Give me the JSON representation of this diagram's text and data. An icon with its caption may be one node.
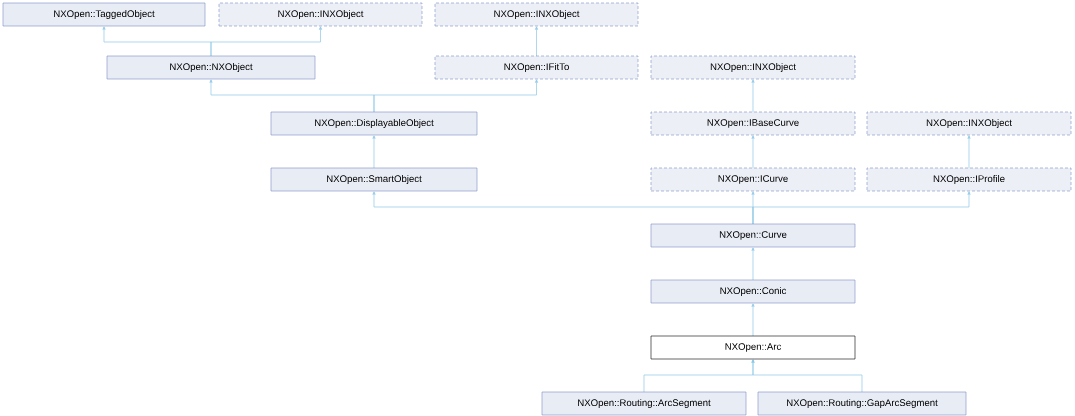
{
  "diagram": {
    "nodes": [
      {
        "text": [
          "NXOpen::TaggedObject"
        ]
      },
      {
        "text": [
          "NXOpen::INXObject"
        ]
      },
      {
        "text": [
          "NXOpen::INXObject"
        ]
      },
      {
        "text": [
          "NXOpen::NXObject"
        ]
      },
      {
        "text": [
          "NXOpen::IFitTo"
        ]
      },
      {
        "text": [
          "NXOpen::INXObject"
        ]
      },
      {
        "text": [
          "NXOpen::DisplayableObject"
        ]
      },
      {
        "text": [
          "NXOpen::IBaseCurve"
        ]
      },
      {
        "text": [
          "NXOpen::INXObject"
        ]
      },
      {
        "text": [
          "NXOpen::SmartObject"
        ]
      },
      {
        "text": [
          "NXOpen::ICurve"
        ]
      },
      {
        "text": [
          "NXOpen::IProfile"
        ]
      },
      {
        "text": [
          "NXOpen::Curve"
        ]
      },
      {
        "text": [
          "NXOpen::Conic"
        ]
      },
      {
        "text": [
          "NXOpen::Arc"
        ]
      },
      {
        "text": [
          "NXOpen::Routing::ArcSegment"
        ]
      },
      {
        "text": [
          "NXOpen::Routing::GapArcSegment"
        ]
      }
    ],
    "edges": [
      {
        "from": 3,
        "to": 0,
        "arrow": "to"
      },
      {
        "from": 3,
        "to": 1,
        "arrow": "to"
      },
      {
        "from": 4,
        "to": 2,
        "arrow": "to"
      },
      {
        "from": 6,
        "to": 3,
        "arrow": "to"
      },
      {
        "from": 6,
        "to": 4,
        "arrow": "to"
      },
      {
        "from": 7,
        "to": 5,
        "arrow": "to"
      },
      {
        "from": 9,
        "to": 6,
        "arrow": "to"
      },
      {
        "from": 10,
        "to": 7,
        "arrow": "to"
      },
      {
        "from": 11,
        "to": 8,
        "arrow": "to"
      },
      {
        "from": 12,
        "to": 9,
        "arrow": "to"
      },
      {
        "from": 12,
        "to": 10,
        "arrow": "to"
      },
      {
        "from": 12,
        "to": 11,
        "arrow": "to"
      },
      {
        "from": 13,
        "to": 12,
        "arrow": "to"
      },
      {
        "from": 14,
        "to": 13,
        "arrow": "to"
      },
      {
        "from": 15,
        "to": 14,
        "arrow": "to"
      },
      {
        "from": 16,
        "to": 14,
        "arrow": "to"
      }
    ]
  }
}
